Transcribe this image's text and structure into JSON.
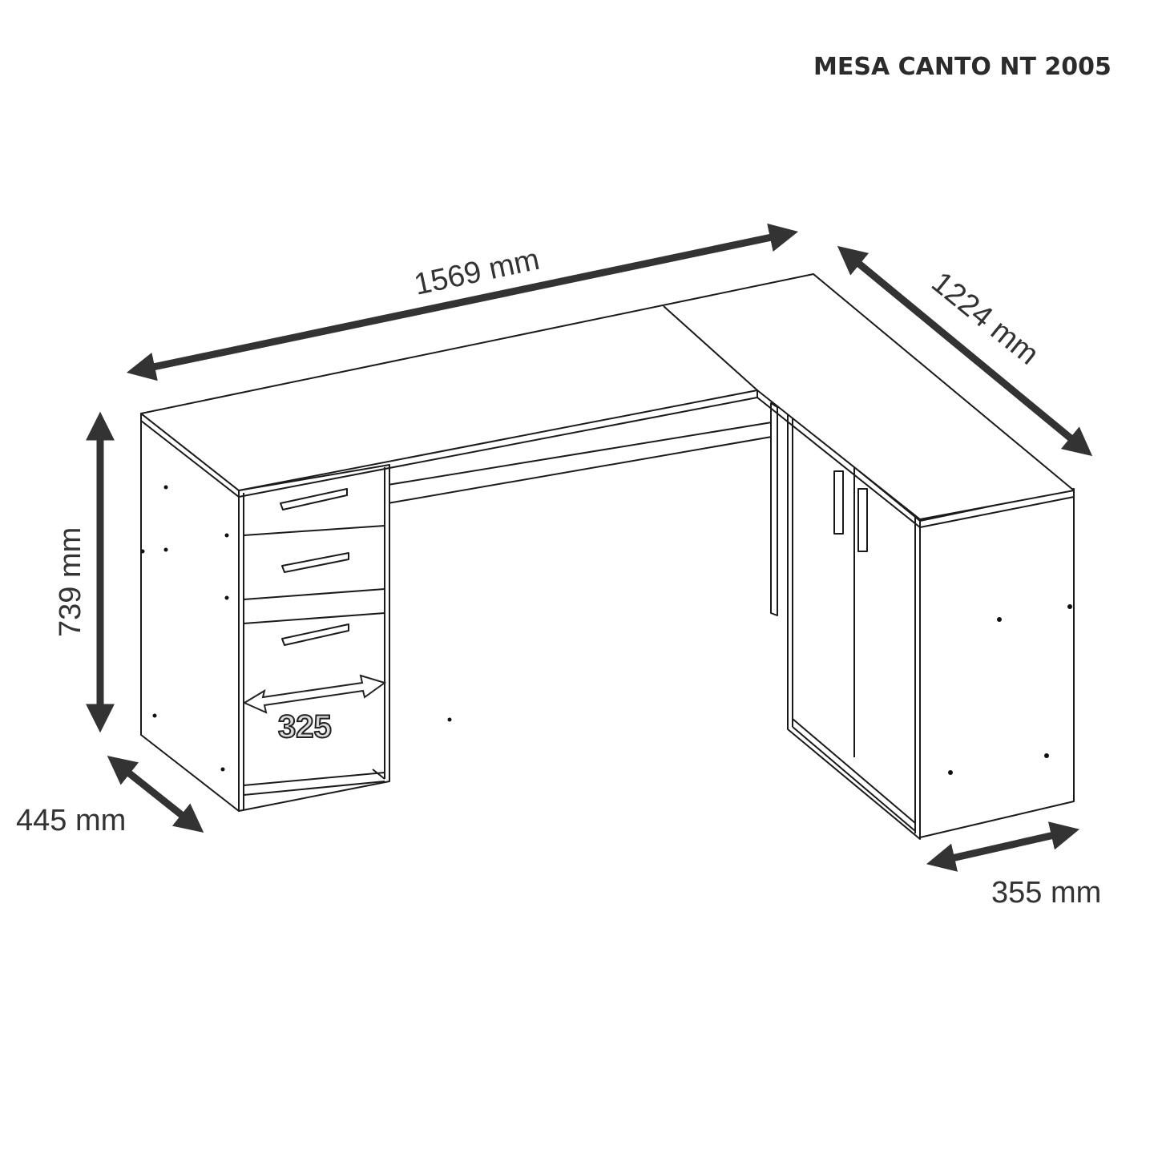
{
  "title": "MESA CANTO NT 2005",
  "dimensions": {
    "width": "1569 mm",
    "depth_return": "1224 mm",
    "height": "739 mm",
    "depth_left": "445 mm",
    "depth_right": "355 mm",
    "drawer_width": "325"
  },
  "colors": {
    "line": "#1a1a1a",
    "arrow": "#333333"
  }
}
